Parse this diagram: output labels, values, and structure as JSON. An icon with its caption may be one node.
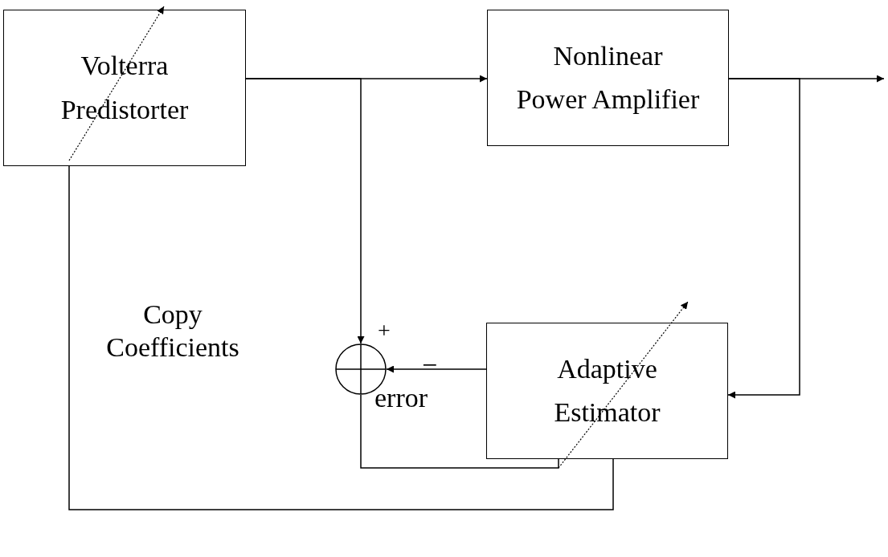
{
  "diagram": {
    "nodes": [
      {
        "text": [
          "Volterra Predistorter"
        ]
      },
      {
        "text": [
          "Nonlinear Power Amplifier"
        ]
      },
      {
        "text": [
          "Adaptive Estimator"
        ]
      },
      {
        "text": [],
        "shape": "circle"
      }
    ],
    "edges": [
      {
        "from": 0,
        "to": 1,
        "arrow": "to"
      },
      {
        "from": 1,
        "to": null,
        "arrow": "to"
      },
      {
        "from": 0,
        "to": 3,
        "arrow": "to"
      },
      {
        "from": 1,
        "to": 2,
        "arrow": "to"
      },
      {
        "from": 2,
        "to": 3,
        "arrow": "to"
      },
      {
        "from": 3,
        "to": 2,
        "arrow": "none"
      },
      {
        "from": 2,
        "to": 0,
        "arrow": "none"
      }
    ],
    "labels": [
      "Copy Coefficients",
      "+",
      "−",
      "error"
    ]
  }
}
